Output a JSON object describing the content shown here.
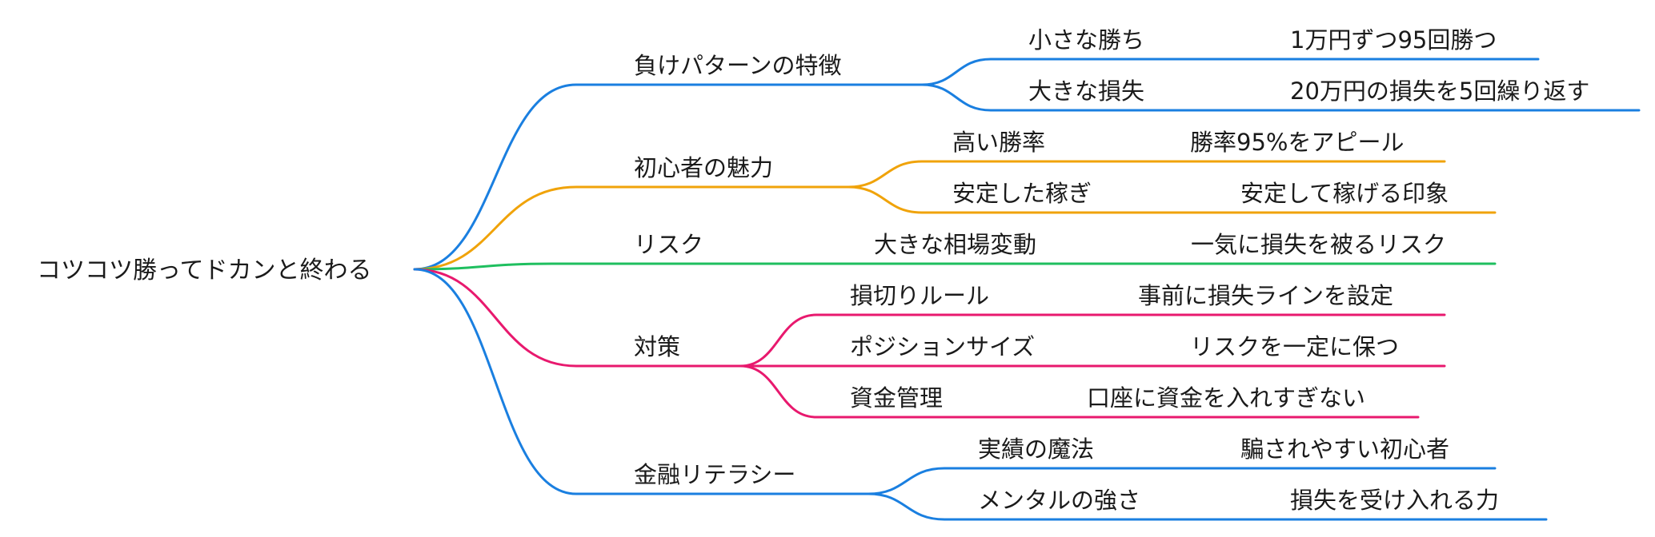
{
  "mindmap": {
    "root": "コツコツ勝ってドカンと終わる",
    "branches": [
      {
        "label": "負けパターンの特徴",
        "color": "#1a7fe0",
        "children": [
          {
            "label": "小さな勝ち",
            "leaf": "1万円ずつ95回勝つ"
          },
          {
            "label": "大きな損失",
            "leaf": "20万円の損失を5回繰り返す"
          }
        ]
      },
      {
        "label": "初心者の魅力",
        "color": "#f0a30a",
        "children": [
          {
            "label": "高い勝率",
            "leaf": "勝率95%をアピール"
          },
          {
            "label": "安定した稼ぎ",
            "leaf": "安定して稼げる印象"
          }
        ]
      },
      {
        "label": "リスク",
        "color": "#1fbf5f",
        "children": [
          {
            "label": "大きな相場変動",
            "leaf": "一気に損失を被るリスク"
          }
        ]
      },
      {
        "label": "対策",
        "color": "#e8196e",
        "children": [
          {
            "label": "損切りルール",
            "leaf": "事前に損失ラインを設定"
          },
          {
            "label": "ポジションサイズ",
            "leaf": "リスクを一定に保つ"
          },
          {
            "label": "資金管理",
            "leaf": "口座に資金を入れすぎない"
          }
        ]
      },
      {
        "label": "金融リテラシー",
        "color": "#1a7fe0",
        "children": [
          {
            "label": "実績の魔法",
            "leaf": "騙されやすい初心者"
          },
          {
            "label": "メンタルの強さ",
            "leaf": "損失を受け入れる力"
          }
        ]
      }
    ]
  }
}
